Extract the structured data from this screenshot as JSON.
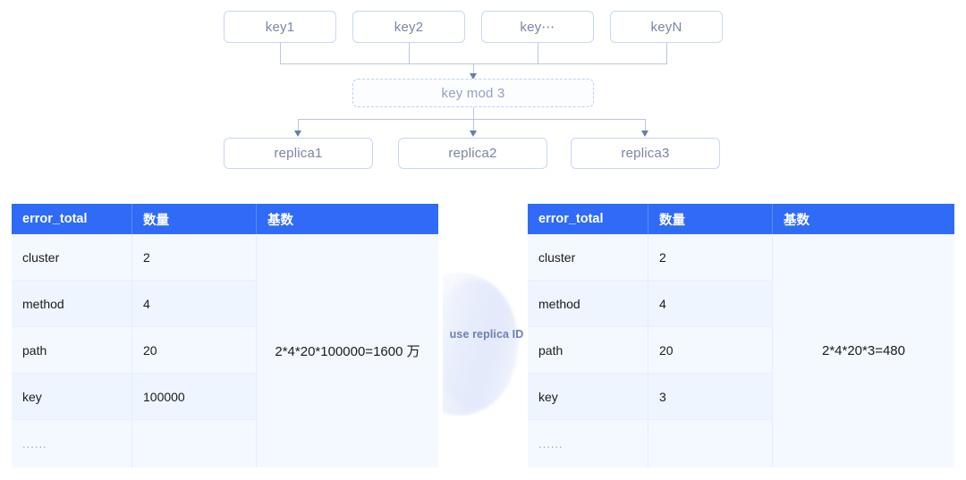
{
  "diagram": {
    "keys": [
      {
        "label": "key1"
      },
      {
        "label": "key2"
      },
      {
        "label": "key⋯"
      },
      {
        "label": "keyN"
      }
    ],
    "hash": {
      "label": "key mod 3"
    },
    "replicas": [
      {
        "label": "replica1"
      },
      {
        "label": "replica2"
      },
      {
        "label": "replica3"
      }
    ]
  },
  "middle": {
    "label": "use replica ID"
  },
  "left_table": {
    "columns": [
      "error_total",
      "数量",
      "基数"
    ],
    "rows": [
      {
        "name": "cluster",
        "count": "2"
      },
      {
        "name": "method",
        "count": "4"
      },
      {
        "name": "path",
        "count": "20"
      },
      {
        "name": "key",
        "count": "100000"
      },
      {
        "name": "......",
        "count": ""
      }
    ],
    "cardinality": "2*4*20*100000=1600 万"
  },
  "right_table": {
    "columns": [
      "error_total",
      "数量",
      "基数"
    ],
    "rows": [
      {
        "name": "cluster",
        "count": "2"
      },
      {
        "name": "method",
        "count": "4"
      },
      {
        "name": "path",
        "count": "20"
      },
      {
        "name": "key",
        "count": "3"
      },
      {
        "name": "......",
        "count": ""
      }
    ],
    "cardinality": "2*4*20*3=480"
  },
  "colors": {
    "header_blue": "#2f6bf6",
    "node_border": "#c8d7f5",
    "node_text": "#7b85a8",
    "connector": "#b9c6de",
    "label_blue": "#6d7fb5"
  }
}
